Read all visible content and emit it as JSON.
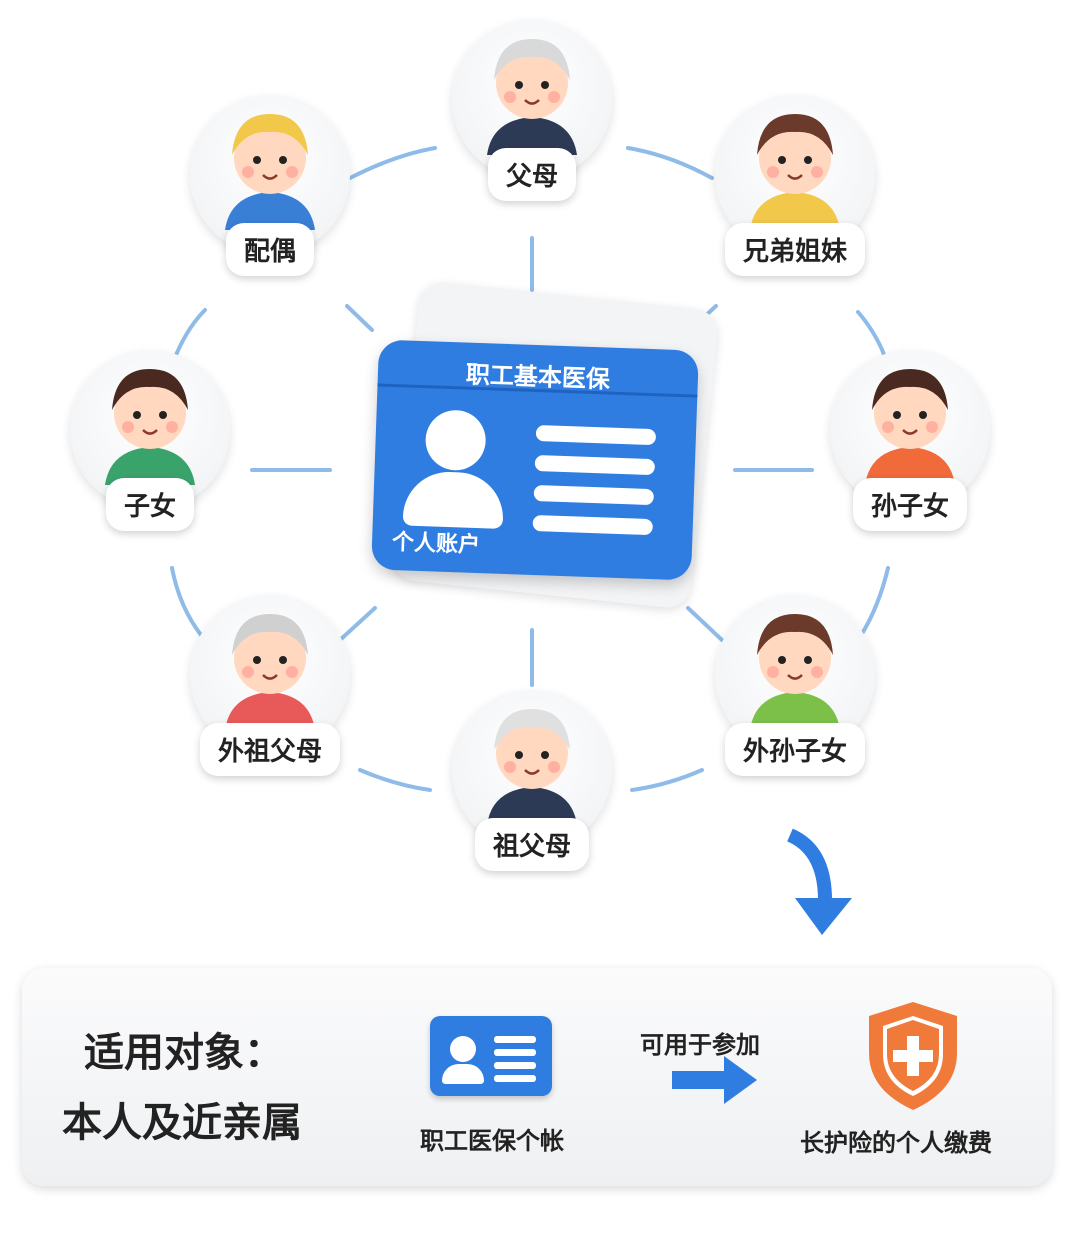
{
  "center_card": {
    "title": "职工基本医保",
    "subtitle": "个人账户",
    "color": "#2f7de1"
  },
  "relatives": [
    {
      "label": "父母",
      "hair": "#d9d9d9"
    },
    {
      "label": "兄弟姐妹",
      "hair": "#6b3a2a"
    },
    {
      "label": "孙子女",
      "hair": "#4a2a20"
    },
    {
      "label": "外孙子女",
      "hair": "#6b3a2a"
    },
    {
      "label": "祖父母",
      "hair": "#e0e0e0"
    },
    {
      "label": "外祖父母",
      "hair": "#d0d0d0"
    },
    {
      "label": "子女",
      "hair": "#4a2a20"
    },
    {
      "label": "配偶",
      "hair": "#f2c84b"
    }
  ],
  "panel": {
    "line1": "适用对象：",
    "line2": "本人及近亲属",
    "account_label": "职工医保个帐",
    "arrow_label": "可用于参加",
    "target_label": "长护险的个人缴费",
    "shield_color": "#f07a3a"
  }
}
